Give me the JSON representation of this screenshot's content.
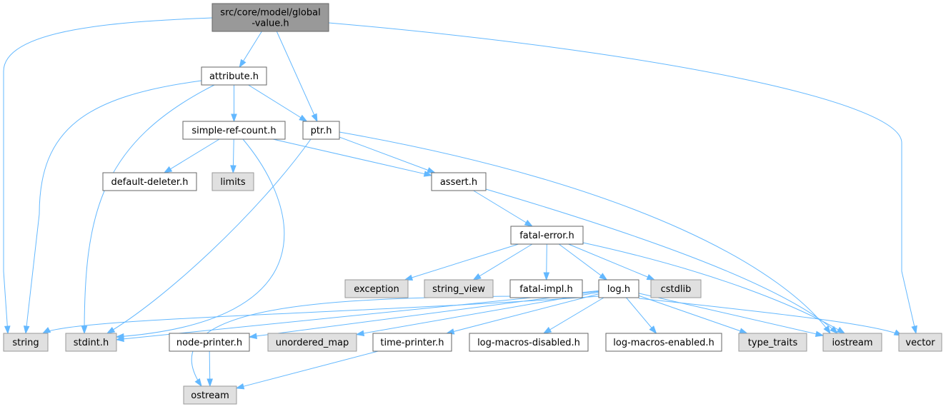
{
  "colors": {
    "edge": "#63b8ff",
    "focus_fill": "#999999",
    "focus_stroke": "#666666",
    "documented_fill": "#ffffff",
    "documented_stroke": "#666666",
    "system_fill": "#e0e0e0",
    "system_stroke": "#999999"
  },
  "nodes": [
    {
      "id": "global-value",
      "lines": [
        "src/core/model/global",
        "-value.h"
      ],
      "kind": "focus",
      "interactable": false
    },
    {
      "id": "attribute",
      "lines": [
        "attribute.h"
      ],
      "kind": "documented",
      "interactable": true
    },
    {
      "id": "simple-ref-count",
      "lines": [
        "simple-ref-count.h"
      ],
      "kind": "documented",
      "interactable": true
    },
    {
      "id": "ptr",
      "lines": [
        "ptr.h"
      ],
      "kind": "documented",
      "interactable": true
    },
    {
      "id": "default-deleter",
      "lines": [
        "default-deleter.h"
      ],
      "kind": "documented",
      "interactable": true
    },
    {
      "id": "limits",
      "lines": [
        "limits"
      ],
      "kind": "system",
      "interactable": false
    },
    {
      "id": "assert",
      "lines": [
        "assert.h"
      ],
      "kind": "documented",
      "interactable": true
    },
    {
      "id": "fatal-error",
      "lines": [
        "fatal-error.h"
      ],
      "kind": "documented",
      "interactable": true
    },
    {
      "id": "exception",
      "lines": [
        "exception"
      ],
      "kind": "system",
      "interactable": false
    },
    {
      "id": "string-view",
      "lines": [
        "string_view"
      ],
      "kind": "system",
      "interactable": false
    },
    {
      "id": "fatal-impl",
      "lines": [
        "fatal-impl.h"
      ],
      "kind": "documented",
      "interactable": true
    },
    {
      "id": "log",
      "lines": [
        "log.h"
      ],
      "kind": "documented",
      "interactable": true
    },
    {
      "id": "cstdlib",
      "lines": [
        "cstdlib"
      ],
      "kind": "system",
      "interactable": false
    },
    {
      "id": "string",
      "lines": [
        "string"
      ],
      "kind": "system",
      "interactable": false
    },
    {
      "id": "stdint",
      "lines": [
        "stdint.h"
      ],
      "kind": "system",
      "interactable": false
    },
    {
      "id": "node-printer",
      "lines": [
        "node-printer.h"
      ],
      "kind": "documented",
      "interactable": true
    },
    {
      "id": "unordered-map",
      "lines": [
        "unordered_map"
      ],
      "kind": "system",
      "interactable": false
    },
    {
      "id": "time-printer",
      "lines": [
        "time-printer.h"
      ],
      "kind": "documented",
      "interactable": true
    },
    {
      "id": "log-macros-disabled",
      "lines": [
        "log-macros-disabled.h"
      ],
      "kind": "documented",
      "interactable": true
    },
    {
      "id": "log-macros-enabled",
      "lines": [
        "log-macros-enabled.h"
      ],
      "kind": "documented",
      "interactable": true
    },
    {
      "id": "type-traits",
      "lines": [
        "type_traits"
      ],
      "kind": "system",
      "interactable": false
    },
    {
      "id": "iostream",
      "lines": [
        "iostream"
      ],
      "kind": "system",
      "interactable": false
    },
    {
      "id": "vector",
      "lines": [
        "vector"
      ],
      "kind": "system",
      "interactable": false
    },
    {
      "id": "ostream",
      "lines": [
        "ostream"
      ],
      "kind": "system",
      "interactable": false
    }
  ],
  "edges": [
    {
      "from": "global-value",
      "to": "string"
    },
    {
      "from": "global-value",
      "to": "attribute"
    },
    {
      "from": "global-value",
      "to": "ptr"
    },
    {
      "from": "global-value",
      "to": "vector"
    },
    {
      "from": "attribute",
      "to": "string"
    },
    {
      "from": "attribute",
      "to": "stdint"
    },
    {
      "from": "attribute",
      "to": "simple-ref-count"
    },
    {
      "from": "attribute",
      "to": "ptr"
    },
    {
      "from": "simple-ref-count",
      "to": "default-deleter"
    },
    {
      "from": "simple-ref-count",
      "to": "limits"
    },
    {
      "from": "simple-ref-count",
      "to": "assert"
    },
    {
      "from": "simple-ref-count",
      "to": "stdint"
    },
    {
      "from": "ptr",
      "to": "stdint"
    },
    {
      "from": "ptr",
      "to": "assert"
    },
    {
      "from": "ptr",
      "to": "iostream"
    },
    {
      "from": "assert",
      "to": "fatal-error"
    },
    {
      "from": "assert",
      "to": "iostream"
    },
    {
      "from": "fatal-error",
      "to": "exception"
    },
    {
      "from": "fatal-error",
      "to": "string-view"
    },
    {
      "from": "fatal-error",
      "to": "fatal-impl"
    },
    {
      "from": "fatal-error",
      "to": "log"
    },
    {
      "from": "fatal-error",
      "to": "cstdlib"
    },
    {
      "from": "fatal-error",
      "to": "iostream"
    },
    {
      "from": "fatal-impl",
      "to": "ostream"
    },
    {
      "from": "log",
      "to": "string"
    },
    {
      "from": "log",
      "to": "stdint"
    },
    {
      "from": "log",
      "to": "node-printer"
    },
    {
      "from": "log",
      "to": "unordered-map"
    },
    {
      "from": "log",
      "to": "time-printer"
    },
    {
      "from": "log",
      "to": "log-macros-disabled"
    },
    {
      "from": "log",
      "to": "log-macros-enabled"
    },
    {
      "from": "log",
      "to": "type-traits"
    },
    {
      "from": "log",
      "to": "iostream"
    },
    {
      "from": "log",
      "to": "vector"
    },
    {
      "from": "node-printer",
      "to": "ostream"
    },
    {
      "from": "time-printer",
      "to": "ostream"
    }
  ]
}
